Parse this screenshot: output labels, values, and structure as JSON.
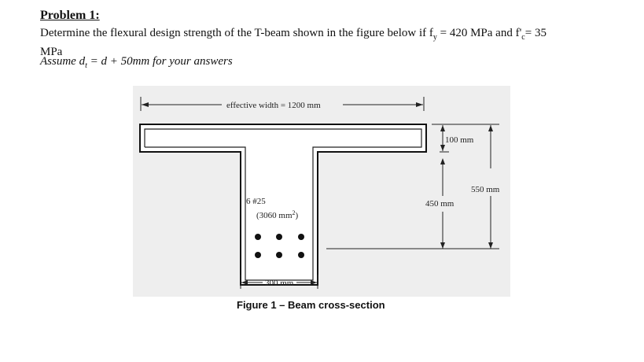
{
  "problem": {
    "heading": "Problem 1:",
    "statement_line1": "Determine the flexural design strength of the T-beam shown in the figure below if f",
    "fy_sub": "y",
    "statement_mid": " = 420 MPa and f'",
    "fc_sub": "c",
    "statement_end": "= 35",
    "statement_line2": "MPa",
    "assumption_a": "Assume d",
    "assumption_sub": "t",
    "assumption_b": " = d + 50mm for your answers"
  },
  "figure": {
    "effective_width": "effective width = 1200 mm",
    "flange_thickness": "100 mm",
    "total_depth": "550 mm",
    "effective_depth": "450 mm",
    "bars": "6 #25",
    "area_open": "(3060 mm",
    "area_sup": "2",
    "area_close": ")",
    "web_width": "300 mm",
    "caption": "Figure 1 – Beam cross-section"
  }
}
